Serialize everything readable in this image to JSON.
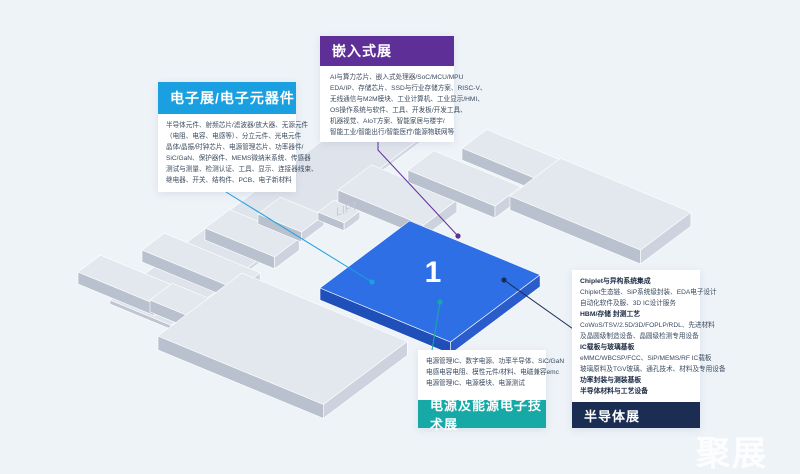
{
  "hall": {
    "number": "1",
    "label": "LIFT"
  },
  "colors": {
    "background": "#eef3f8",
    "electronics": "#1aa0e0",
    "embedded": "#5f2f98",
    "power": "#17a9a6",
    "semiconductor": "#1b2d52",
    "hall_top": "#2f6fe6",
    "block_top": "#e3e7ee"
  },
  "electronics": {
    "title": "电子展/电子元器件",
    "lines": [
      "半导体元件、射频芯片/滤波器/放大器、无源元件",
      "（电阻、电容、电感等）、分立元件、光电元件",
      "晶体/晶振/时钟芯片、电源管理芯片、功率器件/",
      "SiC/GaN、保护器件、MEMS微纳米系统、传感器",
      "测试与测量、检测认证、工具、显示、连接器线束、",
      "继电器、开关、结构件、PCB、电子新材料"
    ]
  },
  "embedded": {
    "title": "嵌入式展",
    "lines": [
      "AI与算力芯片、嵌入式处理器/SoC/MCU/MPU",
      "EDA/IP、存储芯片、SSD与行业存储方案、RISC-V、",
      "无线通信与M2M模块、工业计算机、工业显示/HMI、",
      "OS操作系统与软件、工具、开发板/开发工具、",
      "机器视觉、AIoT方案、智能家居与楼宇/",
      "智能工业/智能出行/智能医疗/能源物联网等"
    ]
  },
  "power": {
    "title": "电源及能源电子技术展",
    "lines": [
      "电源管理IC、数字电源、功率半导体、SiC/GaN",
      "电感电容电阻、模性元件/材料、电磁兼容emc",
      "电源管理IC、电源模块、电源测试"
    ]
  },
  "semiconductor": {
    "title": "半导体展",
    "sections": [
      {
        "heading": "Chiplet与异构系统集成",
        "lines": [
          "Chiplet生态链、SiP系统级封装、EDA电子设计",
          "自动化软件及服、3D IC设计服务"
        ]
      },
      {
        "heading": "HBM/存储 封测工艺",
        "lines": [
          "CoWoS/TSV/2.5D/3D/FOPLP/RDL、先进材料",
          "及晶圆级制造设备、晶圆级检测专用设备"
        ]
      },
      {
        "heading": "IC载板与玻璃基板",
        "lines": [
          "eMMC/WBCSP/FCC、SiP/MEMS/RF IC载板",
          "玻璃原料及TGV玻璃、通孔技术、材料及专用设备"
        ]
      },
      {
        "heading": "功率封装与测装基板",
        "lines": [
          "半导体材料与工艺设备"
        ]
      }
    ]
  },
  "watermark": "聚展"
}
